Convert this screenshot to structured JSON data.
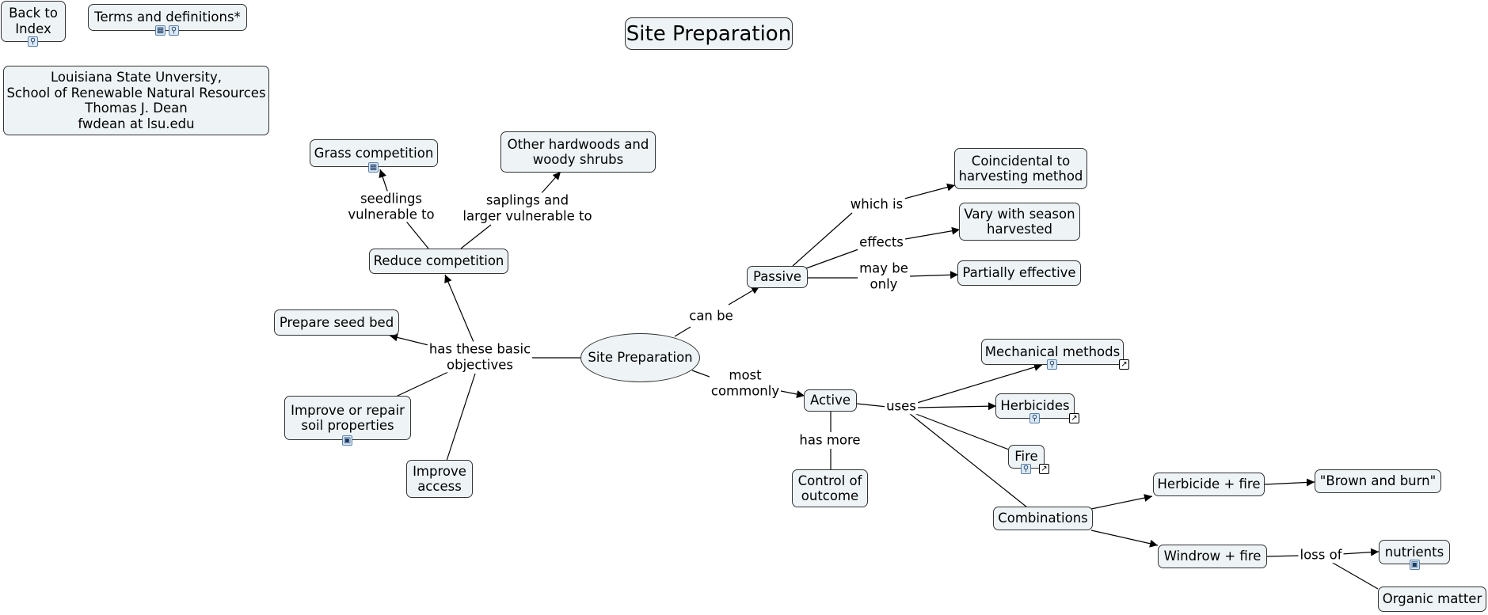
{
  "title": "Site Preparation",
  "nav": {
    "back": "Back to\nIndex",
    "terms": "Terms and definitions*"
  },
  "credits": "Louisiana State Unversity,\nSchool of Renewable Natural Resources\nThomas J. Dean\nfwdean at lsu.edu",
  "nodes": {
    "center": "Site Preparation",
    "reduce": "Reduce competition",
    "grass": "Grass competition",
    "hardwoods": "Other hardwoods and\nwoody shrubs",
    "seedbed": "Prepare seed bed",
    "soil": "Improve or repair\nsoil properties",
    "access": "Improve\naccess",
    "passive": "Passive",
    "coincidental": "Coincidental to\nharvesting method",
    "vary": "Vary with season\nharvested",
    "partial": "Partially effective",
    "active": "Active",
    "control": "Control of\noutcome",
    "mechanical": "Mechanical methods",
    "herbicides": "Herbicides",
    "fire": "Fire",
    "combinations": "Combinations",
    "herbfire": "Herbicide + fire",
    "brown": "\"Brown and burn\"",
    "windrow": "Windrow + fire",
    "nutrients": "nutrients",
    "organic": "Organic matter"
  },
  "labels": {
    "objectives": "has these basic\nobjectives",
    "seedlings": "seedlings\nvulnerable to",
    "saplings": "saplings and\nlarger vulnerable to",
    "canbe": "can be",
    "mostcommonly": "most\ncommonly",
    "whichis": "which is",
    "effects": "effects",
    "mayonly": "may be\nonly",
    "hasmore": "has more",
    "uses": "uses",
    "lossof": "loss of"
  },
  "icons": {
    "concept_map": "concept-map-icon",
    "table": "table-icon",
    "image": "image-icon",
    "external_link": "external-link-icon"
  },
  "colors": {
    "node_fill": "#eef4f6",
    "node_border": "#333333",
    "line": "#000000"
  }
}
